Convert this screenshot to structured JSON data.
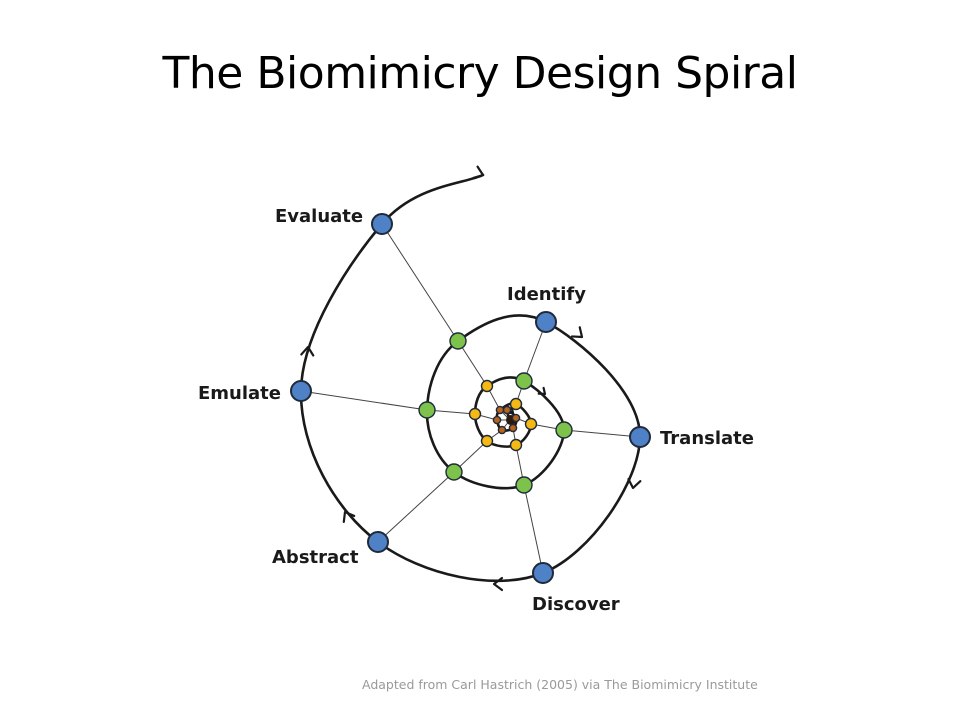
{
  "title": "The Biomimicry Design Spiral",
  "credit": "Adapted from Carl Hastrich (2005) via The Biomimicry Institute",
  "stages": [
    {
      "label": "Identify",
      "color": "#4f81c7"
    },
    {
      "label": "Translate",
      "color": "#4f81c7"
    },
    {
      "label": "Discover",
      "color": "#4f81c7"
    },
    {
      "label": "Abstract",
      "color": "#4f81c7"
    },
    {
      "label": "Emulate",
      "color": "#4f81c7"
    },
    {
      "label": "Evaluate",
      "color": "#4f81c7"
    }
  ],
  "rings": [
    {
      "name": "outer",
      "color": "#4f81c7"
    },
    {
      "name": "second",
      "color": "#7dc24b"
    },
    {
      "name": "third",
      "color": "#f5b915"
    },
    {
      "name": "fourth",
      "color": "#b8621c"
    }
  ],
  "colors": {
    "spiral": "#1a1a1a",
    "spokes": "#444444",
    "node_outline": "#1f2a3a"
  }
}
